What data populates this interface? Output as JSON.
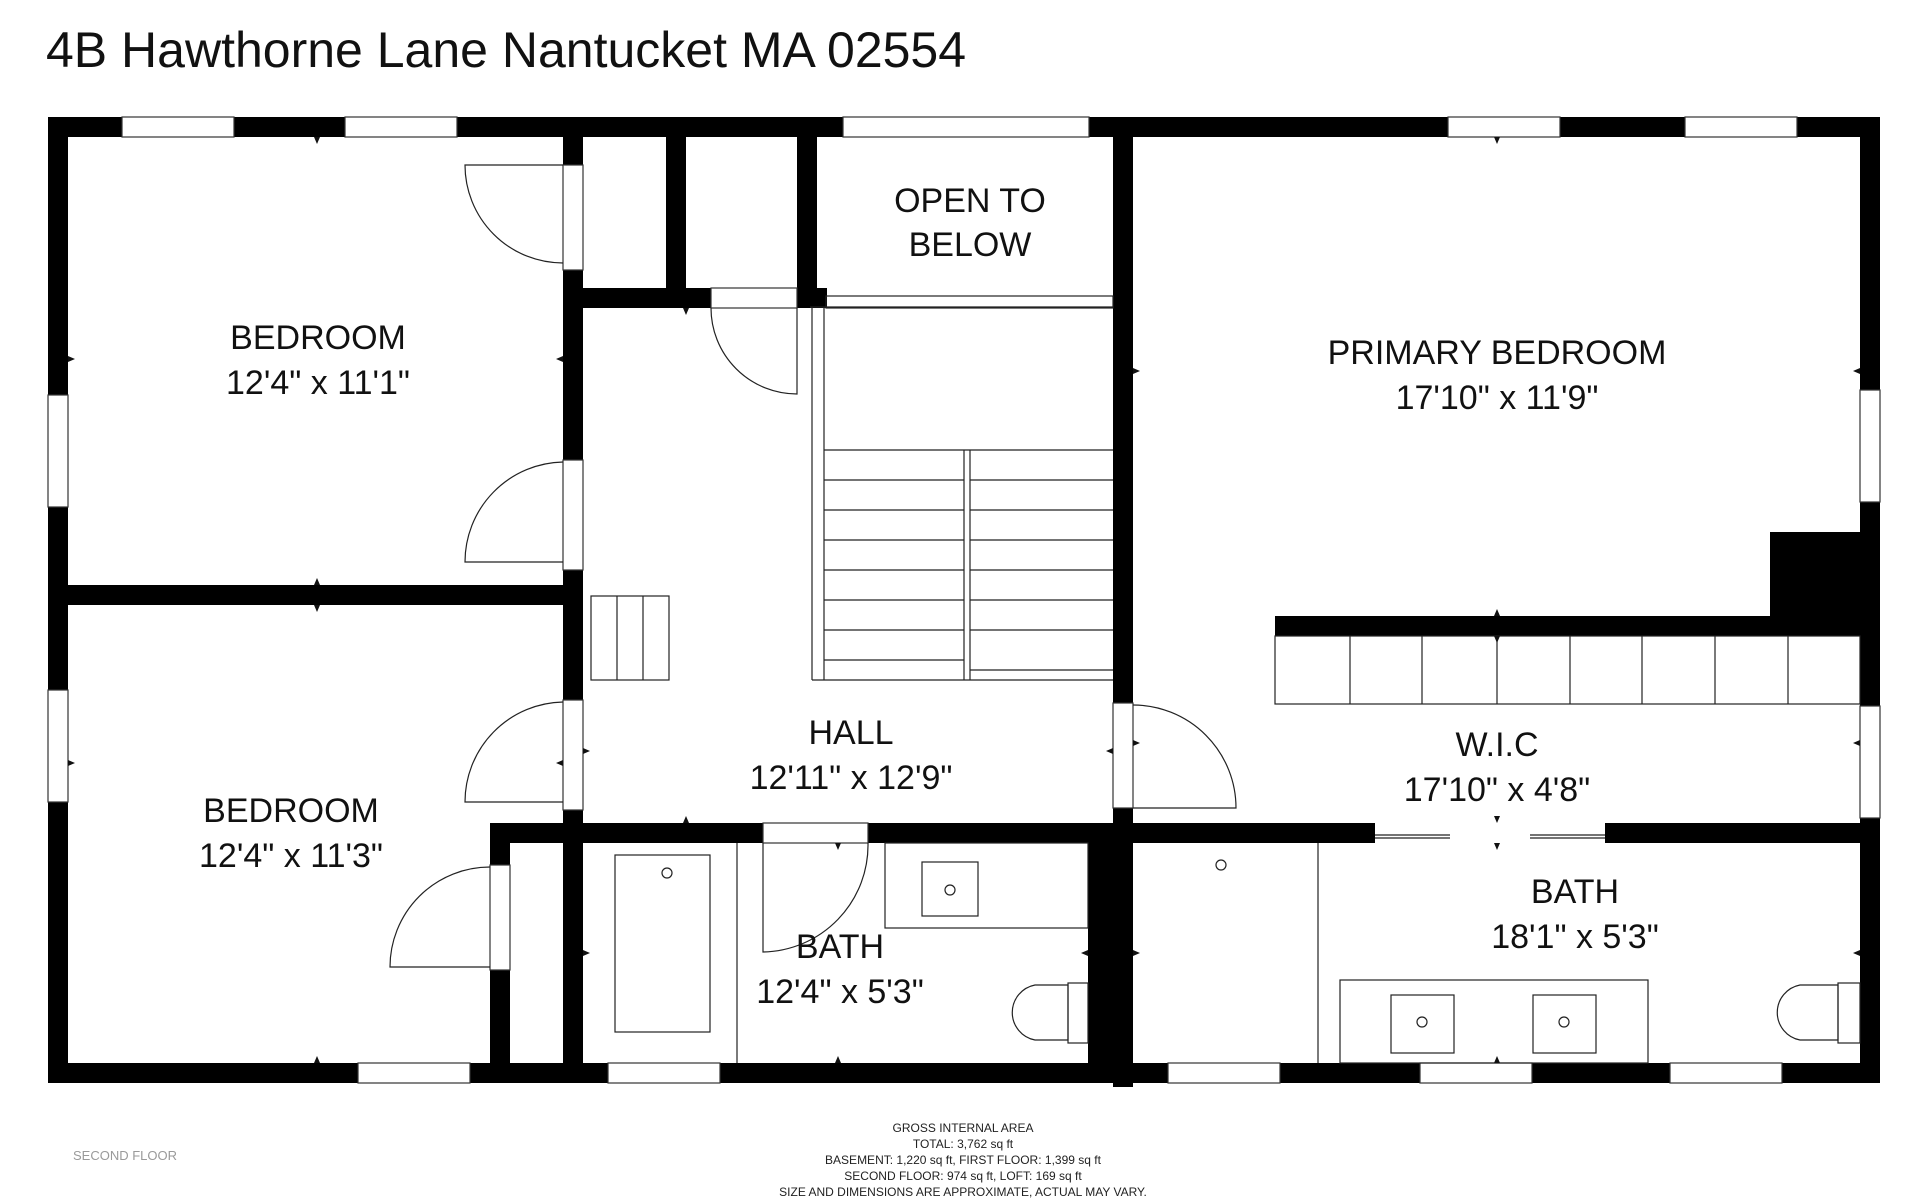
{
  "header": {
    "address": "4B Hawthorne Lane Nantucket MA 02554"
  },
  "rooms": [
    {
      "id": "bedroom-1",
      "name": "BEDROOM",
      "dims": "12'4\" x 11'1\""
    },
    {
      "id": "bedroom-2",
      "name": "BEDROOM",
      "dims": "12'4\" x 11'3\""
    },
    {
      "id": "open-to-below",
      "name": "OPEN TO",
      "name2": "BELOW"
    },
    {
      "id": "primary-bedroom",
      "name": "PRIMARY BEDROOM",
      "dims": "17'10\" x 11'9\""
    },
    {
      "id": "hall",
      "name": "HALL",
      "dims": "12'11\" x 12'9\""
    },
    {
      "id": "wic",
      "name": "W.I.C",
      "dims": "17'10\" x 4'8\""
    },
    {
      "id": "bath-1",
      "name": "BATH",
      "dims": "12'4\" x 5'3\""
    },
    {
      "id": "bath-2",
      "name": "BATH",
      "dims": "18'1\" x 5'3\""
    }
  ],
  "footer": {
    "floor_label": "SECOND FLOOR",
    "area_lines": [
      "GROSS INTERNAL AREA",
      "TOTAL: 3,762 sq ft",
      "BASEMENT: 1,220 sq ft, FIRST FLOOR: 1,399 sq ft",
      "SECOND FLOOR: 974 sq ft, LOFT: 169 sq ft",
      "SIZE AND DIMENSIONS ARE APPROXIMATE, ACTUAL MAY VARY."
    ]
  },
  "colors": {
    "wall": "#000000",
    "background": "#ffffff",
    "line": "#222222",
    "muted": "#9a9a9a"
  }
}
